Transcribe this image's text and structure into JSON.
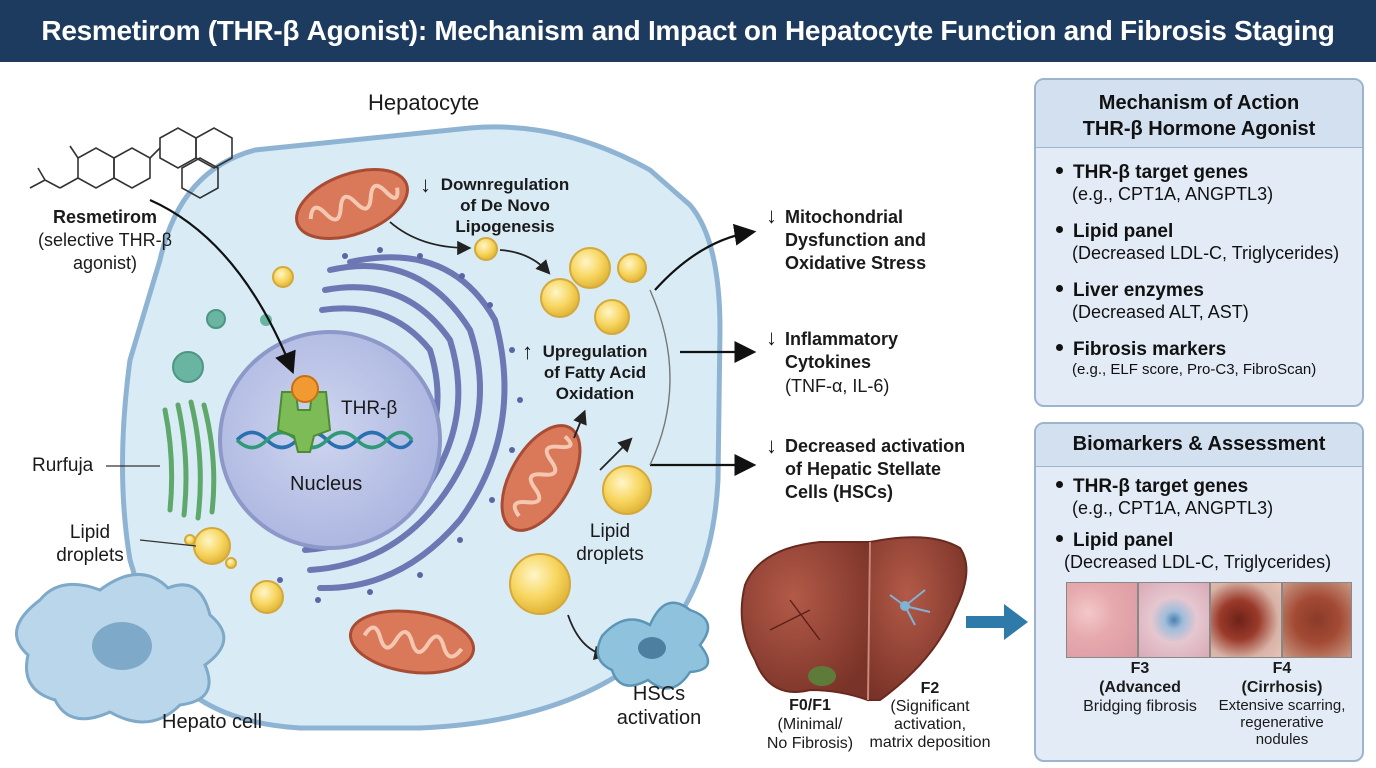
{
  "title": "Resmetirom (THR-β Agonist): Mechanism and Impact on Hepatocyte Function and Fibrosis Staging",
  "cell": {
    "hepatocyte_label": "Hepatocyte",
    "drug_name": "Resmetirom",
    "drug_desc_1": "(selective THR-β",
    "drug_desc_2": "agonist)",
    "thr_label": "THR-β",
    "nucleus_label": "Nucleus",
    "rurfuja_label": "Rurfuja",
    "lipid_left_1": "Lipid",
    "lipid_left_2": "droplets",
    "lipid_right_1": "Lipid",
    "lipid_right_2": "droplets",
    "downreg_1": "Downregulation",
    "downreg_2": "of De Novo",
    "downreg_3": "Lipogenesis",
    "upreg_1": "Upregulation",
    "upreg_2": "of Fatty Acid",
    "upreg_3": "Oxidation",
    "hscs_1": "HSCs",
    "hscs_2": "activation",
    "hepato_cell": "Hepato cell"
  },
  "effects": [
    {
      "lines": [
        "Mitochondrial",
        "Dysfunction and",
        "Oxidative Stress"
      ],
      "sub": ""
    },
    {
      "lines": [
        "Inflammatory",
        "Cytokines"
      ],
      "sub": "(TNF-α, IL-6)"
    },
    {
      "lines": [
        "Decreased activation",
        "of Hepatic Stellate",
        "Cells (HSCs)"
      ],
      "sub": ""
    }
  ],
  "liver": {
    "f0_title": "F0/F1",
    "f0_desc_1": "(Minimal/",
    "f0_desc_2": "No Fibrosis)",
    "f2_title": "F2",
    "f2_desc_1": "(Significant",
    "f2_desc_2": "activation,",
    "f2_desc_3": "matrix deposition"
  },
  "moa_panel": {
    "title_1": "Mechanism of Action",
    "title_2": "THR-β Hormone Agonist",
    "items": [
      {
        "head": "THR-β target genes",
        "sub": "(e.g., CPT1A, ANGPTL3)"
      },
      {
        "head": "Lipid panel",
        "sub": "(Decreased LDL-C, Triglycerides)"
      },
      {
        "head": "Liver enzymes",
        "sub": "(Decreased ALT, AST)"
      },
      {
        "head": "Fibrosis markers",
        "sub": "(e.g., ELF score, Pro-C3, FibroScan)"
      }
    ]
  },
  "bio_panel": {
    "title": "Biomarkers & Assessment",
    "items": [
      {
        "head": "THR-β target genes",
        "sub": "(e.g., CPT1A, ANGPTL3)"
      },
      {
        "head": "Lipid panel",
        "sub": "(Decreased LDL-C, Triglycerides)"
      }
    ],
    "f3_title": "F3",
    "f3_sub": "(Advanced",
    "f3_desc": "Bridging fibrosis",
    "f4_title": "F4",
    "f4_sub": "(Cirrhosis)",
    "f4_desc_1": "Extensive scarring,",
    "f4_desc_2": "regenerative",
    "f4_desc_3": "nodules"
  },
  "colors": {
    "title_bg": "#1d3a5f",
    "cell_fill": "#d9ebf5",
    "nucleus_fill": "#b9c3e6",
    "er_color": "#6c78b4",
    "mito_color": "#d9795a",
    "lipid_color": "#f7d55e",
    "liver_color": "#9a4a3c",
    "panel_bg": "#e3ecf6"
  }
}
